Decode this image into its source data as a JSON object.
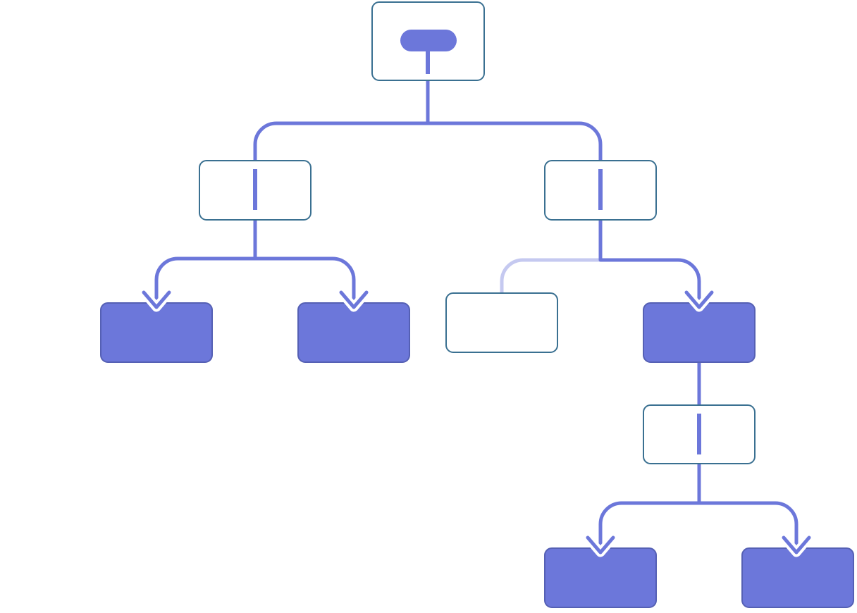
{
  "diagram": {
    "type": "tree",
    "colors": {
      "accent": "#6c77da",
      "accent_dark": "#5560b4",
      "faded_edge": "#c5c9f0",
      "node_border": "#3a7091",
      "node_fill": "#ffffff",
      "background": "#ffffff"
    },
    "nodes": [
      {
        "id": "root",
        "kind": "root",
        "label": ""
      },
      {
        "id": "left",
        "kind": "branch",
        "label": ""
      },
      {
        "id": "right",
        "kind": "branch",
        "label": ""
      },
      {
        "id": "ll",
        "kind": "leaf",
        "label": ""
      },
      {
        "id": "lr",
        "kind": "leaf",
        "label": ""
      },
      {
        "id": "rl",
        "kind": "inactive",
        "label": ""
      },
      {
        "id": "rr",
        "kind": "leaf",
        "label": ""
      },
      {
        "id": "rrc",
        "kind": "branch",
        "label": ""
      },
      {
        "id": "rrcl",
        "kind": "leaf",
        "label": ""
      },
      {
        "id": "rrcr",
        "kind": "leaf",
        "label": ""
      }
    ],
    "edges": [
      {
        "from": "root",
        "to": "left",
        "state": "active"
      },
      {
        "from": "root",
        "to": "right",
        "state": "active"
      },
      {
        "from": "left",
        "to": "ll",
        "state": "active",
        "arrow": true
      },
      {
        "from": "left",
        "to": "lr",
        "state": "active",
        "arrow": true
      },
      {
        "from": "right",
        "to": "rl",
        "state": "faded"
      },
      {
        "from": "right",
        "to": "rr",
        "state": "active",
        "arrow": true
      },
      {
        "from": "rr",
        "to": "rrc",
        "state": "active"
      },
      {
        "from": "rrc",
        "to": "rrcl",
        "state": "active",
        "arrow": true
      },
      {
        "from": "rrc",
        "to": "rrcr",
        "state": "active",
        "arrow": true
      }
    ]
  }
}
